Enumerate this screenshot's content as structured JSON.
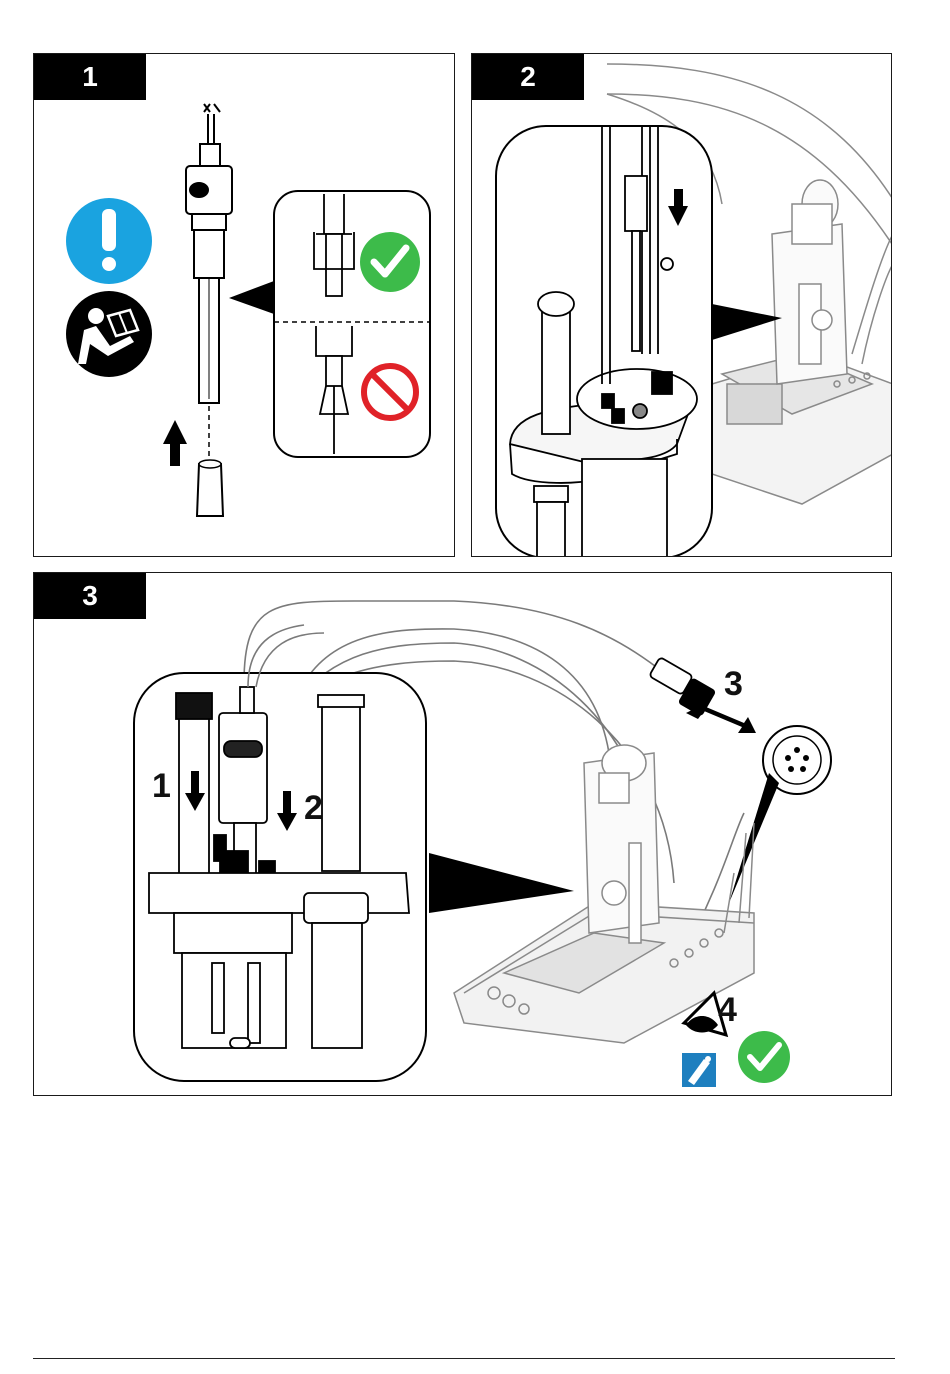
{
  "panels": [
    {
      "step": "1"
    },
    {
      "step": "2"
    },
    {
      "step": "3"
    }
  ],
  "callouts": [
    "1",
    "2",
    "3",
    "4"
  ],
  "icons": {
    "attention": "exclamation-icon",
    "read_manual": "read-manual-icon",
    "correct": "checkmark-icon",
    "incorrect": "prohibited-icon",
    "eye": "eye-icon",
    "electrode": "electrode-icon"
  },
  "colors": {
    "attention_blue": "#1aa3e0",
    "check_green": "#3dbb4a",
    "prohibit_red": "#e02228",
    "manual_blue": "#1e7fbf"
  }
}
